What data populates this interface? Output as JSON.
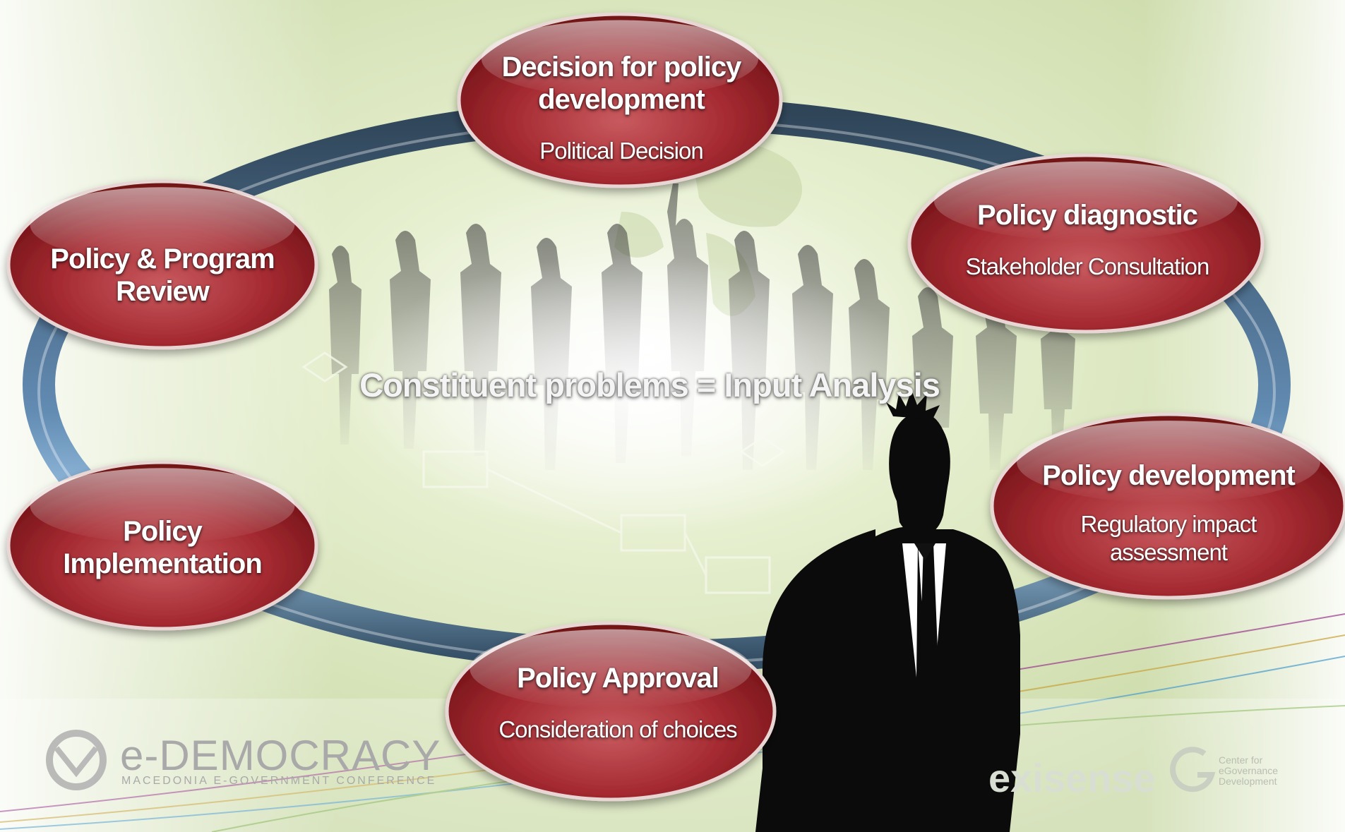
{
  "diagram": {
    "center_label": "Constituent problems =  Input Analysis",
    "nodes": [
      {
        "id": "decision",
        "title": "Decision for policy\ndevelopment",
        "subtitle": "Political Decision"
      },
      {
        "id": "diagnostic",
        "title": "Policy diagnostic",
        "subtitle": "Stakeholder Consultation"
      },
      {
        "id": "development",
        "title": "Policy development",
        "subtitle": "Regulatory impact\nassessment"
      },
      {
        "id": "approval",
        "title": "Policy  Approval",
        "subtitle": "Consideration of choices"
      },
      {
        "id": "implementation",
        "title": "Policy\nImplementation",
        "subtitle": ""
      },
      {
        "id": "review",
        "title": "Policy & Program\nReview",
        "subtitle": ""
      }
    ]
  },
  "logos": {
    "edemocracy_main": "e-DEMOCRACY",
    "edemocracy_sub": "MACEDONIA E-GOVERNMENT CONFERENCE",
    "sponsor": "exisense",
    "cegd": "Center for\neGovernance\nDevelopment"
  },
  "colors": {
    "ellipse_fill": "#a62a30",
    "ring": "#3a5875",
    "ring_highlight": "#8fb8dc",
    "background": "#dbe8c0"
  }
}
